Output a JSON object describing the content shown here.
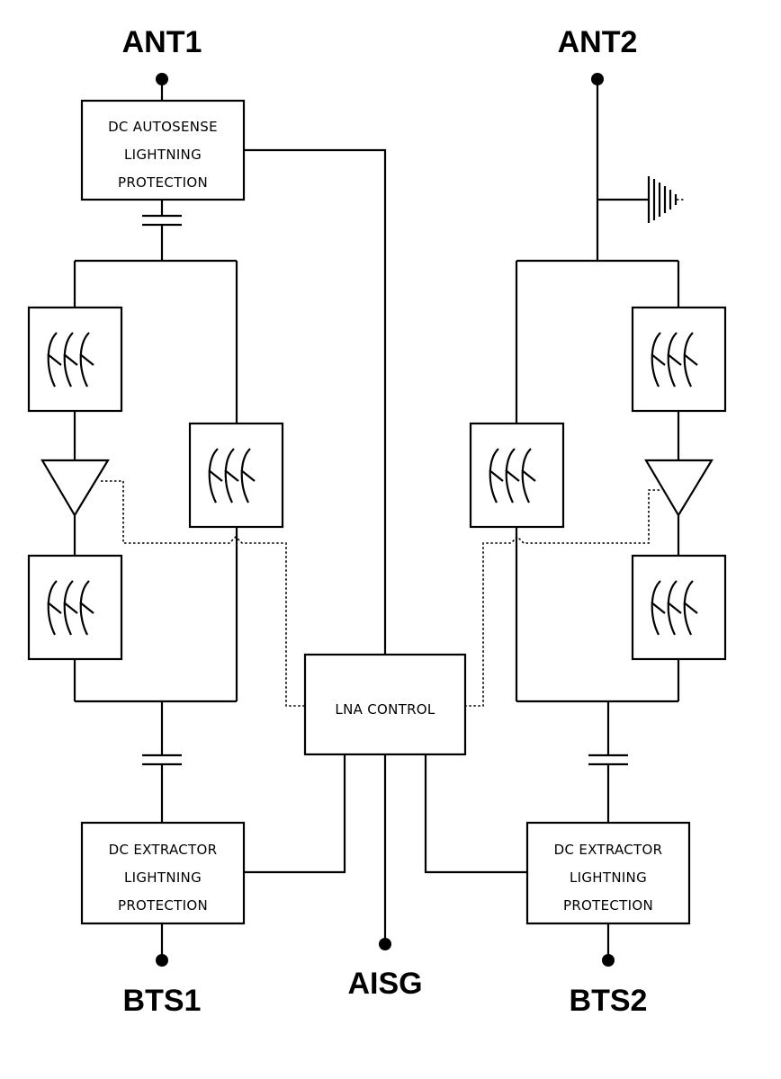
{
  "terminals": {
    "ant1": "ANT1",
    "ant2": "ANT2",
    "bts1": "BTS1",
    "bts2": "BTS2",
    "aisg": "AISG"
  },
  "blocks": {
    "dc_autosense": {
      "line1": "DC AUTOSENSE",
      "line2": "LIGHTNING",
      "line3": "PROTECTION"
    },
    "dc_extractor_1": {
      "line1": "DC EXTRACTOR",
      "line2": "LIGHTNING",
      "line3": "PROTECTION"
    },
    "dc_extractor_2": {
      "line1": "DC EXTRACTOR",
      "line2": "LIGHTNING",
      "line3": "PROTECTION"
    },
    "lna_control": "LNA CONTROL"
  },
  "icons": {
    "filter": "bandpass-filter-icon",
    "amplifier": "amplifier-triangle-icon",
    "capacitor": "dc-block-capacitor-icon",
    "ground": "lightning-ground-icon",
    "terminal": "terminal-dot-icon"
  },
  "colors": {
    "line": "#000000",
    "background": "#ffffff"
  }
}
